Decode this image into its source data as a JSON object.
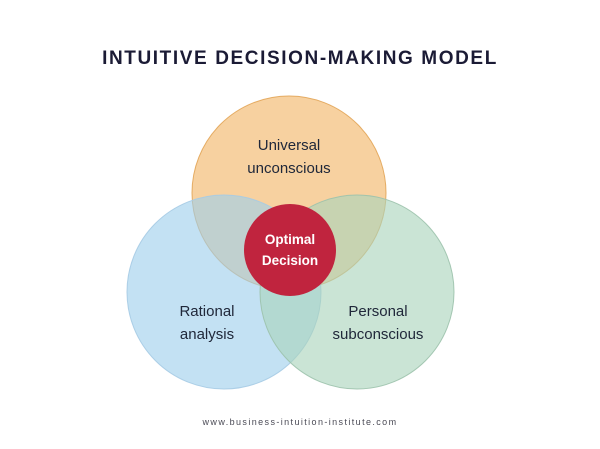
{
  "title": "INTUITIVE DECISION-MAKING MODEL",
  "venn": {
    "universal": {
      "line1": "Universal",
      "line2": "unconscious",
      "fill": "#F2B566",
      "stroke": "#E2A558"
    },
    "rational": {
      "line1": "Rational",
      "line2": "analysis",
      "fill": "#9ECFEC",
      "stroke": "#A6CBE4"
    },
    "personal": {
      "line1": "Personal",
      "line2": "subconscious",
      "fill": "#A9D3BC",
      "stroke": "#9CC2AC"
    },
    "center": {
      "line1": "Optimal",
      "line2": "Decision",
      "fill": "#C0243E",
      "text_color": "#FFFFFF"
    }
  },
  "footer": "www.business-intuition-institute.com",
  "colors": {
    "title": "#1B1B35",
    "label": "#20283A",
    "background": "#FFFFFF"
  }
}
